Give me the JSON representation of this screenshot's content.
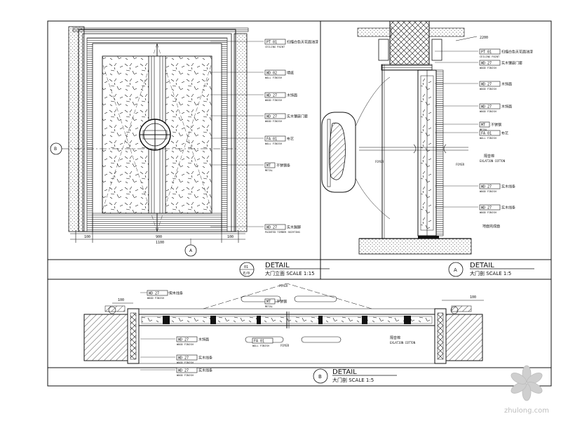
{
  "site": {
    "watermark_text": "zhulong.com",
    "logo_icon": "snowflake-logo-icon"
  },
  "palette": {
    "ink": "#111111",
    "paper": "#ffffff",
    "watermark": "#c9c9c9"
  },
  "elevation": {
    "callouts": [
      {
        "code": "PT 01",
        "cn": "扫描白色天花面油漆",
        "en": "CEILING PAINT"
      },
      {
        "code": "WD 02",
        "cn": "墙纸",
        "en": "WALL FINISH"
      },
      {
        "code": "WD 27",
        "cn": "木饰面",
        "en": "WOOD FINISH"
      },
      {
        "code": "WD 27",
        "cn": "实木镶嵌门套",
        "en": "WOOD FINISH"
      },
      {
        "code": "FA 01",
        "cn": "布艺",
        "en": "WALL FINISH"
      },
      {
        "code": "MT",
        "cn": "不锈钢条",
        "en": "METAL"
      },
      {
        "code": "WD 27",
        "cn": "实木踢脚",
        "en": "PAINTED TIMBER SKIRTING"
      }
    ],
    "dims": [
      "100",
      "900",
      "100",
      "1100"
    ],
    "section_marker_left": "B",
    "section_marker_bottom": "A"
  },
  "section": {
    "top_dim": "2200",
    "callouts": [
      {
        "code": "PT 01",
        "cn": "扫描白色天花面油漆",
        "en": "CEILING PAINT"
      },
      {
        "code": "WD 27",
        "cn": "实木镶嵌门套",
        "en": "WOOD FINISH"
      },
      {
        "code": "WD 27",
        "cn": "木饰面",
        "en": "WOOD FINISH"
      },
      {
        "code": "WD 27",
        "cn": "木饰面",
        "en": "WOOD FINISH"
      },
      {
        "code": "MT",
        "cn": "不锈钢",
        "en": "METAL"
      },
      {
        "code": "FA 01",
        "cn": "布艺",
        "en": "WALL FINISH"
      },
      {
        "code": "WD 27",
        "cn": "实木线条",
        "en": "WOOD FINISH"
      },
      {
        "code": "WD 27",
        "cn": "实木线条",
        "en": "WOOD FINISH"
      }
    ],
    "foyer_left": "FOYER",
    "foyer_right": "FOYER",
    "iso_cn": "隔音棉",
    "iso_en": "EXLATION COTTON",
    "floor_note": "地面完成面"
  },
  "plan": {
    "callouts_left": [
      {
        "code": "WD 27",
        "cn": "实木线条",
        "en": "WOOD FINISH"
      },
      {
        "code": "WD 27",
        "cn": "木饰面",
        "en": "WOOD FINISH"
      },
      {
        "code": "WD 27",
        "cn": "实木线条",
        "en": "WOOD FINISH"
      },
      {
        "code": "WD 27",
        "cn": "实木线条",
        "en": "WOOD FINISH"
      }
    ],
    "mt": {
      "code": "MT",
      "cn": "不锈钢",
      "en": "METAL"
    },
    "fa": {
      "code": "FA 01",
      "en": "WALL FINISH"
    },
    "foyer_top": "FOYER",
    "foyer_bottom": "FOYER",
    "iso_cn": "隔音棉",
    "iso_en": "EXLATION COTTON",
    "dim_right": "100",
    "dim_left": "100"
  },
  "titles": [
    {
      "marker_top": "01",
      "marker_bottom": "E/0",
      "title": "DETAIL",
      "sub": "大门立面  SCALE 1:15"
    },
    {
      "marker_top": "A",
      "marker_bottom": "",
      "title": "DETAIL",
      "sub": "大门剖  SCALE 1:5"
    },
    {
      "marker_top": "B",
      "marker_bottom": "",
      "title": "DETAIL",
      "sub": "大门剖  SCALE 1:5"
    }
  ]
}
